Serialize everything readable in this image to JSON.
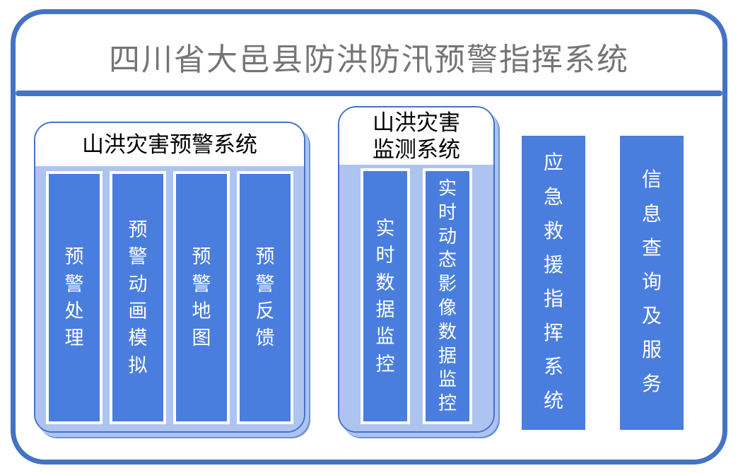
{
  "title": "四川省大邑县防洪防汛预警指挥系统",
  "colors": {
    "frame_border": "#4472c4",
    "bar_fill": "#4a7ede",
    "container_fill": "#adc4f0",
    "shadow_rim": "#6b92d8",
    "title_text": "#757575",
    "bar_text": "#ffffff",
    "label_text": "#000000"
  },
  "groups": [
    {
      "label": "山洪灾害预警系统",
      "label_lines": [
        "山洪灾害预警系统"
      ],
      "bars": [
        "预警处理",
        "预警动画模拟",
        "预警地图",
        "预警反馈"
      ]
    },
    {
      "label": "山洪灾害监测系统",
      "label_lines": [
        "山洪灾害",
        "监测系统"
      ],
      "bars": [
        "实时数据监控",
        "实时动态影像数据监控"
      ]
    }
  ],
  "standalone_bars": [
    "应急救援指挥系统",
    "信息查询及服务"
  ]
}
